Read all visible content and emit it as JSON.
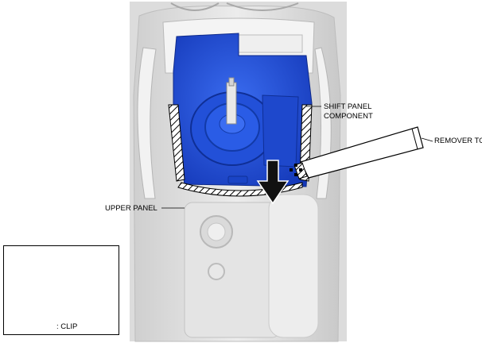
{
  "callouts": {
    "shift_panel": [
      "SHIFT PANEL",
      "COMPONENT"
    ],
    "remover_tool": "REMOVER TOOL",
    "upper_panel": "UPPER PANEL"
  },
  "inset": {
    "clip_legend": ": CLIP"
  },
  "colors": {
    "component_blue": "#1f4fd6",
    "console_gray": "#e6e6e6",
    "outline": "#000000"
  }
}
